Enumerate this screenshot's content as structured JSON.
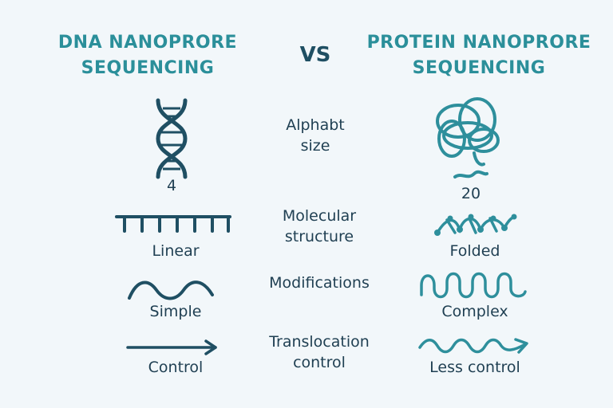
{
  "headers": {
    "left": "DNA NANOPRORE\nSEQUENCING",
    "vs": "VS",
    "right": "PROTEIN NANOPRORE\nSEQUENCING"
  },
  "rows": [
    {
      "label": "Alphabt\nsize",
      "left_value": "4",
      "right_value": "20"
    },
    {
      "label": "Molecular\nstructure",
      "left_value": "Linear",
      "right_value": "Folded"
    },
    {
      "label": "Modifications",
      "left_value": "Simple",
      "right_value": "Complex"
    },
    {
      "label": "Translocation\ncontrol",
      "left_value": "Control",
      "right_value": "Less control"
    }
  ],
  "colors": {
    "header": "#2b8f9a",
    "dark": "#1f4f63",
    "teal": "#2e8f9c",
    "text": "#1f3f52",
    "background": "#f2f7fa"
  }
}
